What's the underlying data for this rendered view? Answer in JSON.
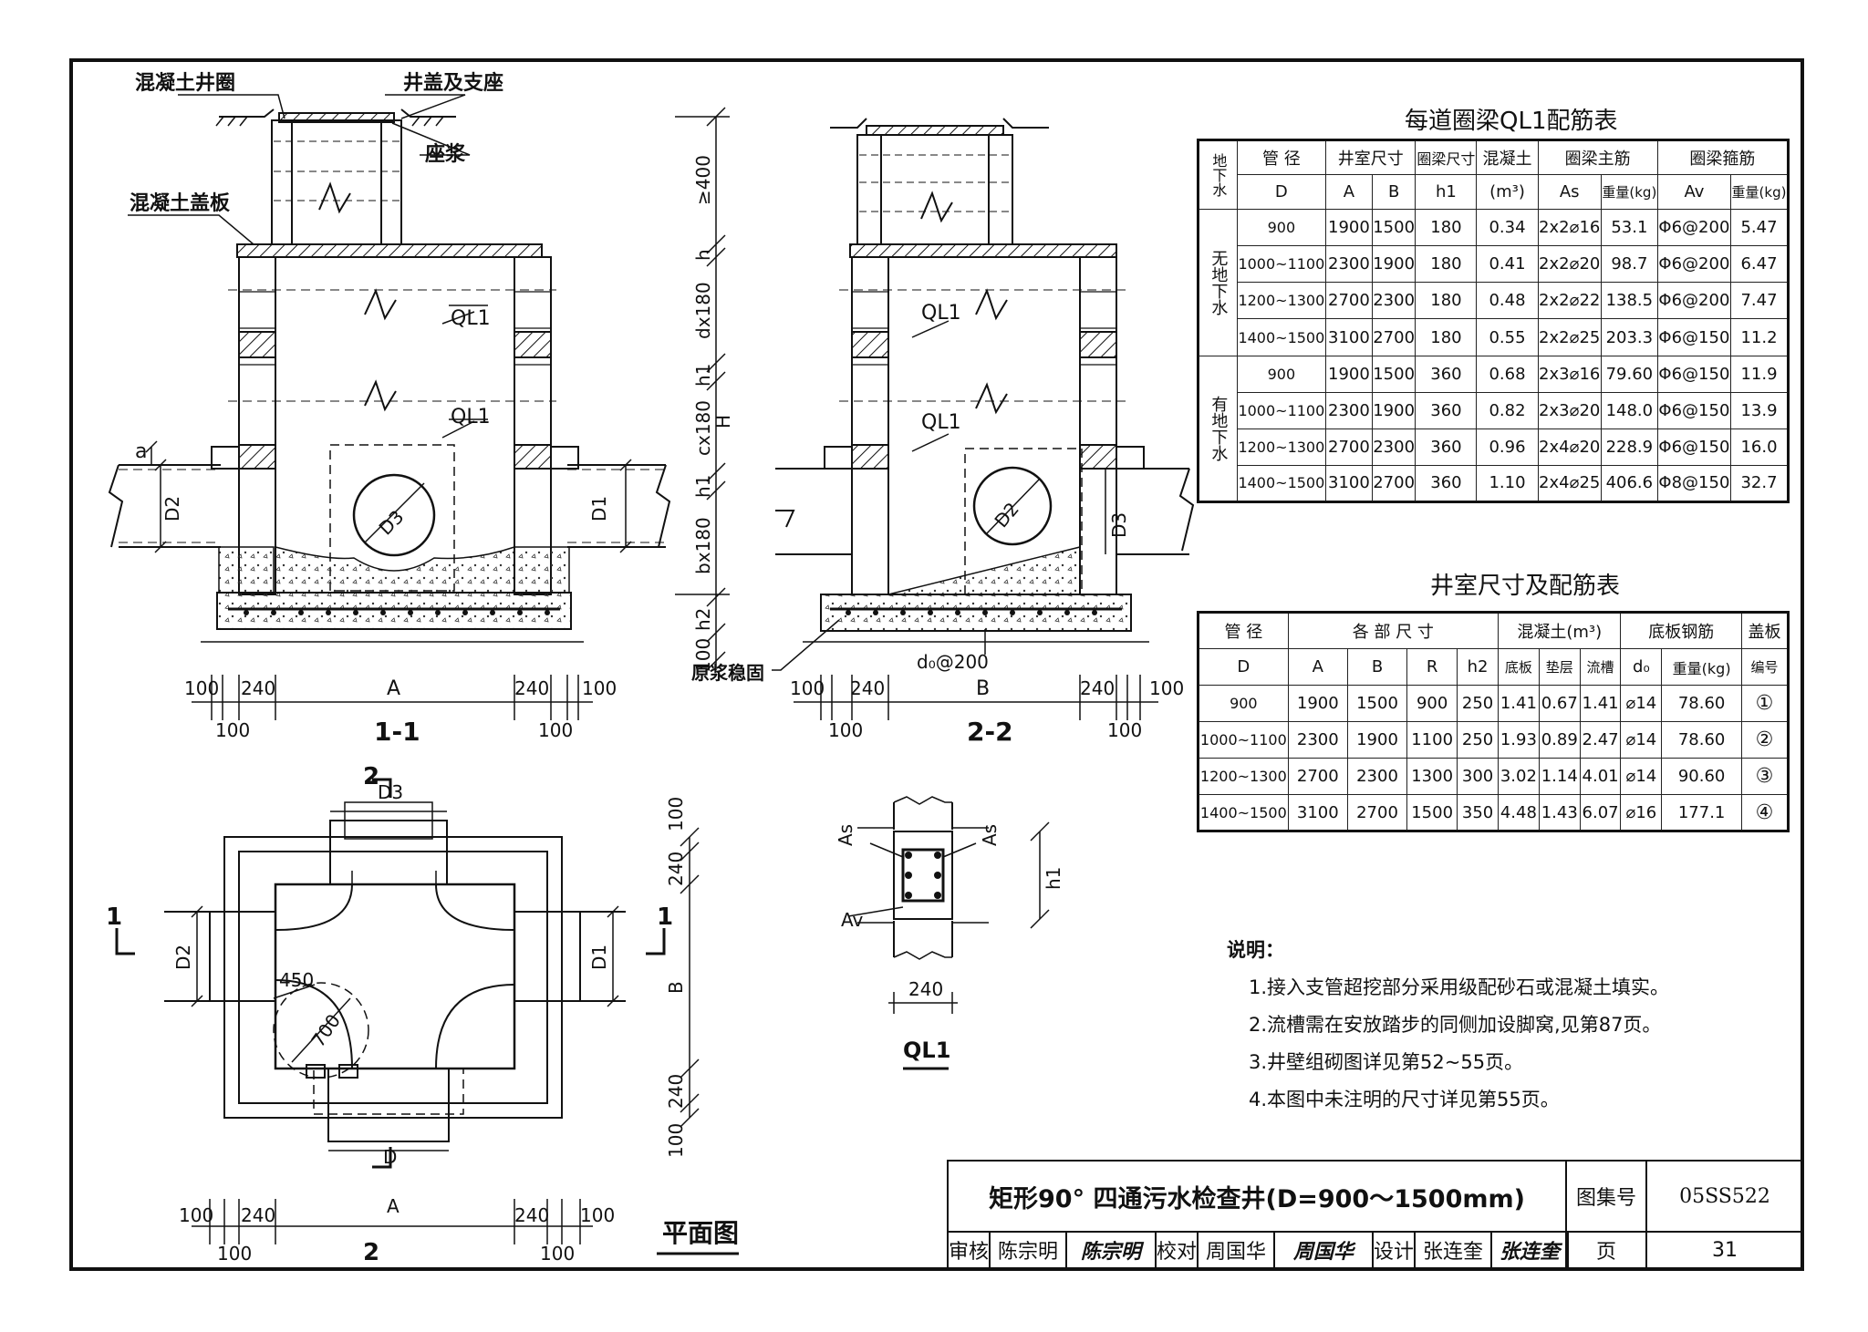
{
  "labels": {
    "concrete_ring": "混凝土井圈",
    "cover_support": "井盖及支座",
    "mortar_seat": "座浆",
    "concrete_cover_slab": "混凝土盖板",
    "ql1": "QL1",
    "d1": "D1",
    "d2": "D2",
    "d3": "D3",
    "d": "D",
    "a": "a",
    "A": "A",
    "B": "B",
    "H": "H",
    "h": "h",
    "h1": "h1",
    "h2": "h2",
    "dx180": "dx180",
    "cx180": "cx180",
    "bx180": "bx180",
    "ge400": "≥400",
    "d0_200": "d₀@200",
    "grout": "原浆稳固",
    "as": "As",
    "av": "Av",
    "dim_100": "100",
    "dim_240": "240",
    "dim_450": "450",
    "dim_700": "700",
    "section_1": "1-1",
    "section_2": "2-2",
    "cut_1": "1",
    "cut_2": "2",
    "plan_view": "平面图",
    "ql1_caption": "QL1"
  },
  "table1": {
    "title": "每道圈梁QL1配筋表",
    "header1": [
      "地下水",
      "管  径",
      "井室尺寸",
      "圈梁尺寸",
      "混凝土",
      "圈梁主筋",
      "圈梁箍筋"
    ],
    "header2": [
      "D",
      "A",
      "B",
      "h1",
      "(m³)",
      "As",
      "重量(kg)",
      "Av",
      "重量(kg)"
    ],
    "group_no": "无地下水",
    "group_yes": "有地下水",
    "rows": [
      [
        "900",
        "1900",
        "1500",
        "180",
        "0.34",
        "2x2⌀16",
        "53.1",
        "Φ6@200",
        "5.47"
      ],
      [
        "1000~1100",
        "2300",
        "1900",
        "180",
        "0.41",
        "2x2⌀20",
        "98.7",
        "Φ6@200",
        "6.47"
      ],
      [
        "1200~1300",
        "2700",
        "2300",
        "180",
        "0.48",
        "2x2⌀22",
        "138.5",
        "Φ6@200",
        "7.47"
      ],
      [
        "1400~1500",
        "3100",
        "2700",
        "180",
        "0.55",
        "2x2⌀25",
        "203.3",
        "Φ6@150",
        "11.2"
      ],
      [
        "900",
        "1900",
        "1500",
        "360",
        "0.68",
        "2x3⌀16",
        "79.60",
        "Φ6@150",
        "11.9"
      ],
      [
        "1000~1100",
        "2300",
        "1900",
        "360",
        "0.82",
        "2x3⌀20",
        "148.0",
        "Φ6@150",
        "13.9"
      ],
      [
        "1200~1300",
        "2700",
        "2300",
        "360",
        "0.96",
        "2x4⌀20",
        "228.9",
        "Φ6@150",
        "16.0"
      ],
      [
        "1400~1500",
        "3100",
        "2700",
        "360",
        "1.10",
        "2x4⌀25",
        "406.6",
        "Φ8@150",
        "32.7"
      ]
    ]
  },
  "table2": {
    "title": "井室尺寸及配筋表",
    "header1": [
      "管  径",
      "各 部 尺 寸",
      "混凝土(m³)",
      "底板钢筋",
      "盖板"
    ],
    "header2": [
      "D",
      "A",
      "B",
      "R",
      "h2",
      "底板",
      "垫层",
      "流槽",
      "d₀",
      "重量(kg)",
      "编号"
    ],
    "rows": [
      [
        "900",
        "1900",
        "1500",
        "900",
        "250",
        "1.41",
        "0.67",
        "1.41",
        "⌀14",
        "78.60",
        "①"
      ],
      [
        "1000~1100",
        "2300",
        "1900",
        "1100",
        "250",
        "1.93",
        "0.89",
        "2.47",
        "⌀14",
        "78.60",
        "②"
      ],
      [
        "1200~1300",
        "2700",
        "2300",
        "1300",
        "300",
        "3.02",
        "1.14",
        "4.01",
        "⌀14",
        "90.60",
        "③"
      ],
      [
        "1400~1500",
        "3100",
        "2700",
        "1500",
        "350",
        "4.48",
        "1.43",
        "6.07",
        "⌀16",
        "177.1",
        "④"
      ]
    ]
  },
  "notes": {
    "title": "说明：",
    "items": [
      "1.接入支管超挖部分采用级配砂石或混凝土填实。",
      "2.流槽需在安放踏步的同侧加设脚窝,见第87页。",
      "3.井壁组砌图详见第52~55页。",
      "4.本图中未注明的尺寸详见第55页。"
    ]
  },
  "title_block": {
    "title": "矩形90° 四通污水检查井(D=900～1500mm)",
    "atlas_label": "图集号",
    "atlas_no": "05SS522",
    "review_label": "审核",
    "reviewer": "陈宗明",
    "reviewer_sig": "陈宗明",
    "check_label": "校对",
    "checker": "周国华",
    "checker_sig": "周国华",
    "design_label": "设计",
    "designer": "张连奎",
    "designer_sig": "张连奎",
    "page_label": "页",
    "page_no": "31"
  }
}
